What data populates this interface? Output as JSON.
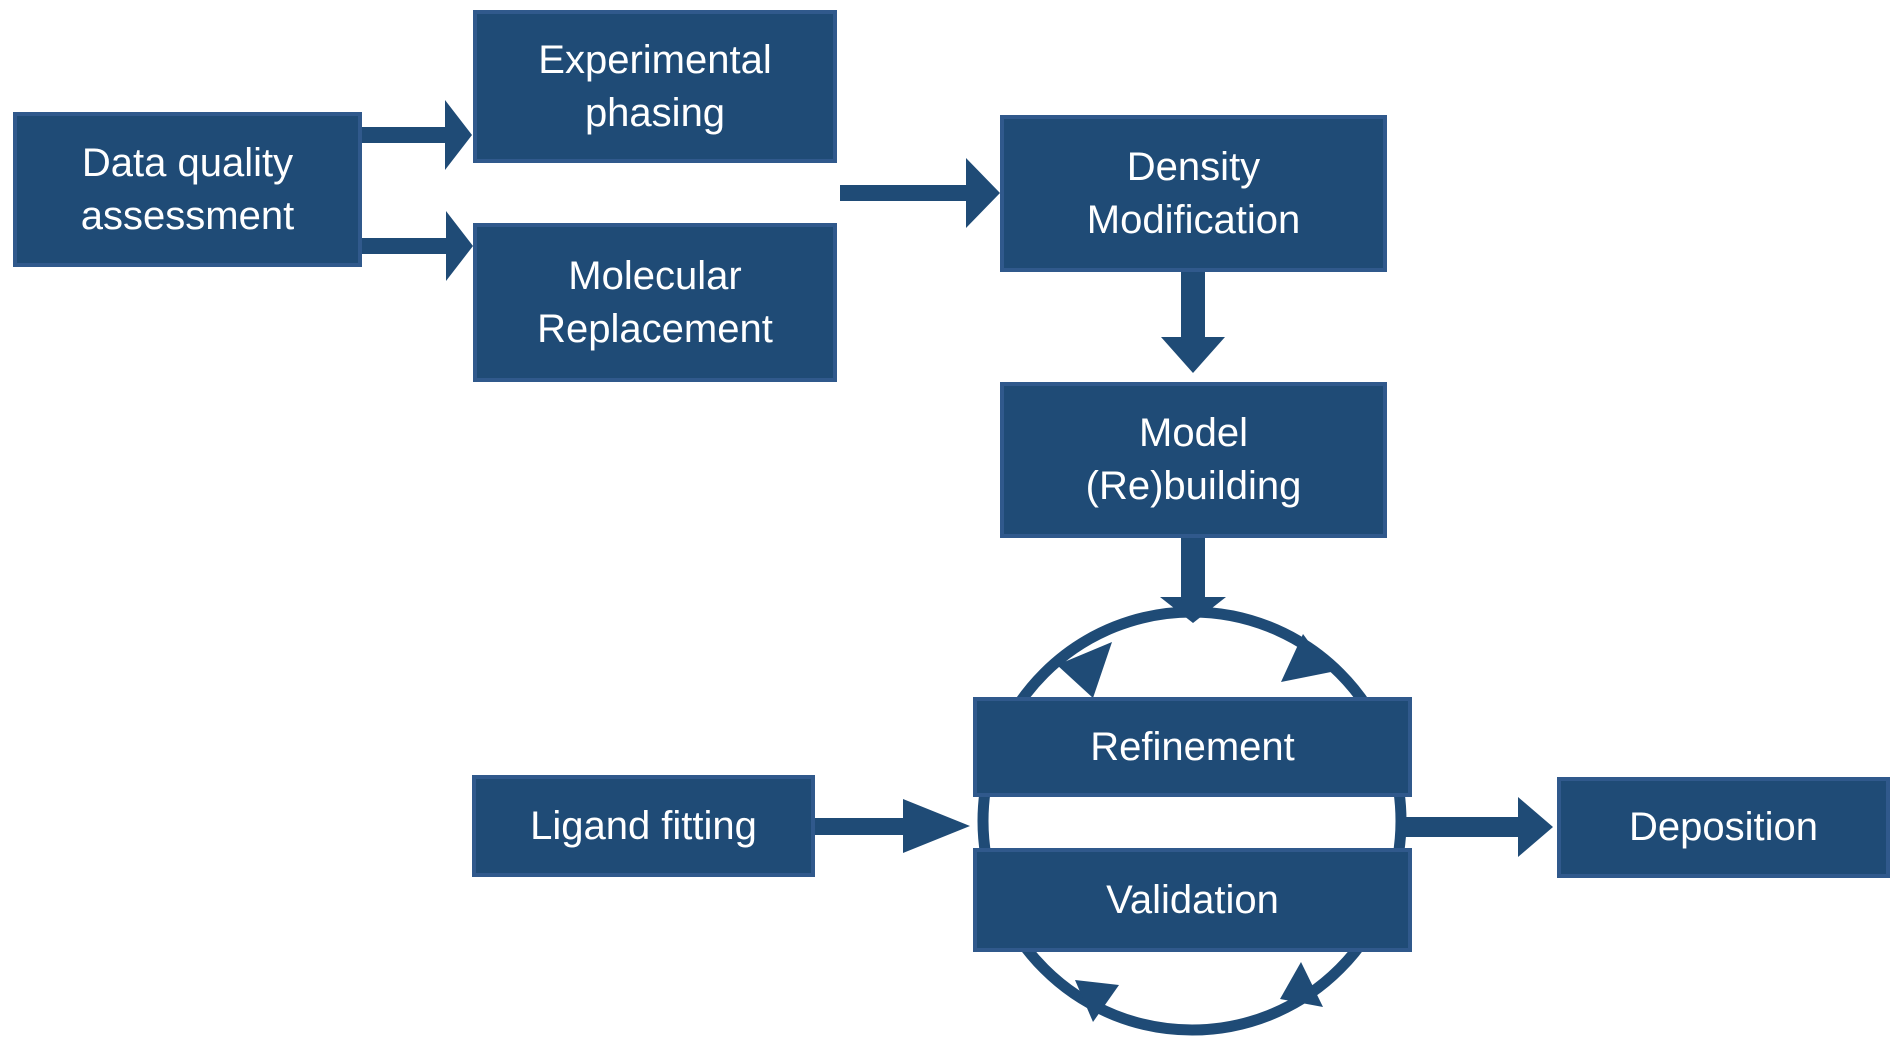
{
  "diagram": {
    "colors": {
      "background": "#FFFFFF",
      "box_fill": "#1F4B76",
      "box_border": "#30598C",
      "arrow": "#1F4B76",
      "text": "#FFFFFF"
    },
    "nodes": [
      {
        "id": "data-quality-assessment",
        "label": "Data quality assessment",
        "lines": [
          "Data quality",
          "assessment"
        ]
      },
      {
        "id": "experimental-phasing",
        "label": "Experimental phasing",
        "lines": [
          "Experimental",
          "phasing"
        ]
      },
      {
        "id": "molecular-replacement",
        "label": "Molecular Replacement",
        "lines": [
          "Molecular",
          "Replacement"
        ]
      },
      {
        "id": "density-modification",
        "label": "Density Modification",
        "lines": [
          "Density",
          "Modification"
        ]
      },
      {
        "id": "model-rebuilding",
        "label": "Model (Re)building",
        "lines": [
          "Model",
          "(Re)building"
        ]
      },
      {
        "id": "refinement",
        "label": "Refinement",
        "lines": [
          "Refinement"
        ]
      },
      {
        "id": "validation",
        "label": "Validation",
        "lines": [
          "Validation"
        ]
      },
      {
        "id": "ligand-fitting",
        "label": "Ligand fitting",
        "lines": [
          "Ligand fitting"
        ]
      },
      {
        "id": "deposition",
        "label": "Deposition",
        "lines": [
          "Deposition"
        ]
      }
    ],
    "edges": [
      {
        "from": "data-quality-assessment",
        "to": "experimental-phasing"
      },
      {
        "from": "data-quality-assessment",
        "to": "molecular-replacement"
      },
      {
        "from": "experimental-phasing & molecular-replacement",
        "to": "density-modification"
      },
      {
        "from": "density-modification",
        "to": "model-rebuilding"
      },
      {
        "from": "model-rebuilding",
        "to": "refinement-validation-cycle"
      },
      {
        "from": "ligand-fitting",
        "to": "refinement-validation-cycle"
      },
      {
        "from": "refinement-validation-cycle",
        "to": "deposition"
      },
      {
        "cycle": "refinement-validation-cycle",
        "between": [
          "refinement",
          "validation"
        ]
      }
    ]
  }
}
